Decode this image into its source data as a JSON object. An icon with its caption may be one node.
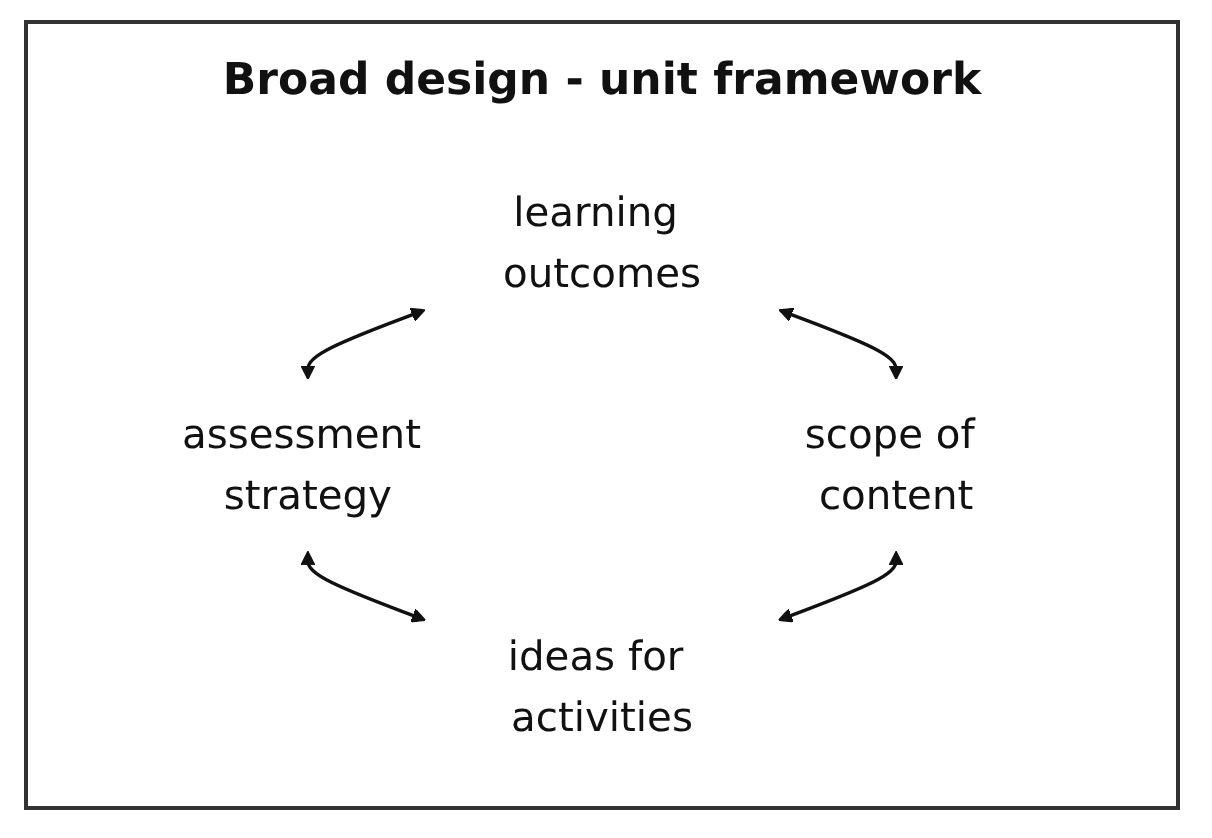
{
  "diagram": {
    "title": "Broad design - unit framework",
    "nodes": [
      {
        "text": [
          "learning outcomes"
        ]
      },
      {
        "text": [
          "assessment strategy"
        ]
      },
      {
        "text": [
          "scope of content"
        ]
      },
      {
        "text": [
          "ideas for activities"
        ]
      }
    ],
    "edges": [
      {
        "from": 0,
        "to": 1,
        "arrow": "both"
      },
      {
        "from": 1,
        "to": 3,
        "arrow": "both"
      },
      {
        "from": 3,
        "to": 2,
        "arrow": "both"
      },
      {
        "from": 2,
        "to": 0,
        "arrow": "both"
      }
    ]
  }
}
